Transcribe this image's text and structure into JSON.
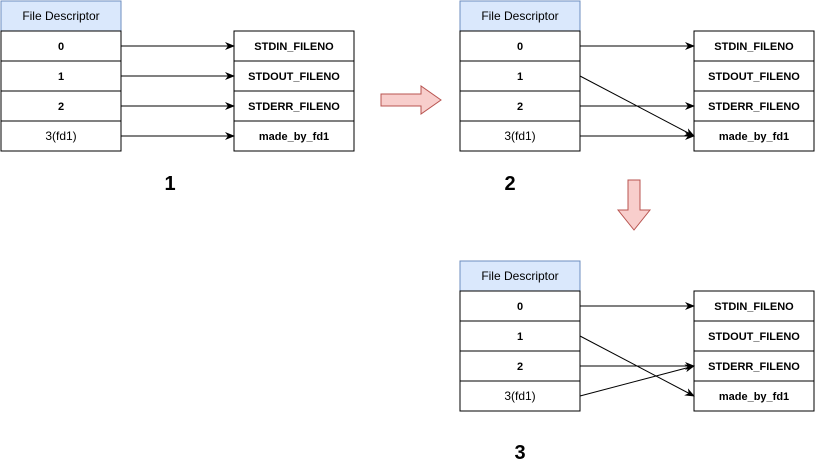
{
  "header_label": "File Descriptor",
  "colors": {
    "header_fill": "#dae8fc",
    "header_stroke": "#6c8ebf",
    "arrow_fill": "#f8cecc",
    "arrow_stroke": "#b85450"
  },
  "panels": [
    {
      "number": "1",
      "fds": [
        "0",
        "1",
        "2",
        "3(fd1)"
      ],
      "files": [
        "STDIN_FILENO",
        "STDOUT_FILENO",
        "STDERR_FILENO",
        "made_by_fd1"
      ],
      "mappings": [
        {
          "fd": "0",
          "file": "STDIN_FILENO"
        },
        {
          "fd": "1",
          "file": "STDOUT_FILENO"
        },
        {
          "fd": "2",
          "file": "STDERR_FILENO"
        },
        {
          "fd": "3(fd1)",
          "file": "made_by_fd1"
        }
      ]
    },
    {
      "number": "2",
      "fds": [
        "0",
        "1",
        "2",
        "3(fd1)"
      ],
      "files": [
        "STDIN_FILENO",
        "STDOUT_FILENO",
        "STDERR_FILENO",
        "made_by_fd1"
      ],
      "mappings": [
        {
          "fd": "0",
          "file": "STDIN_FILENO"
        },
        {
          "fd": "1",
          "file": "made_by_fd1"
        },
        {
          "fd": "2",
          "file": "STDERR_FILENO"
        },
        {
          "fd": "3(fd1)",
          "file": "made_by_fd1"
        }
      ]
    },
    {
      "number": "3",
      "fds": [
        "0",
        "1",
        "2",
        "3(fd1)"
      ],
      "files": [
        "STDIN_FILENO",
        "STDOUT_FILENO",
        "STDERR_FILENO",
        "made_by_fd1"
      ],
      "mappings": [
        {
          "fd": "0",
          "file": "STDIN_FILENO"
        },
        {
          "fd": "1",
          "file": "made_by_fd1"
        },
        {
          "fd": "2",
          "file": "STDERR_FILENO"
        },
        {
          "fd": "3(fd1)",
          "file": "STDERR_FILENO"
        }
      ]
    }
  ]
}
